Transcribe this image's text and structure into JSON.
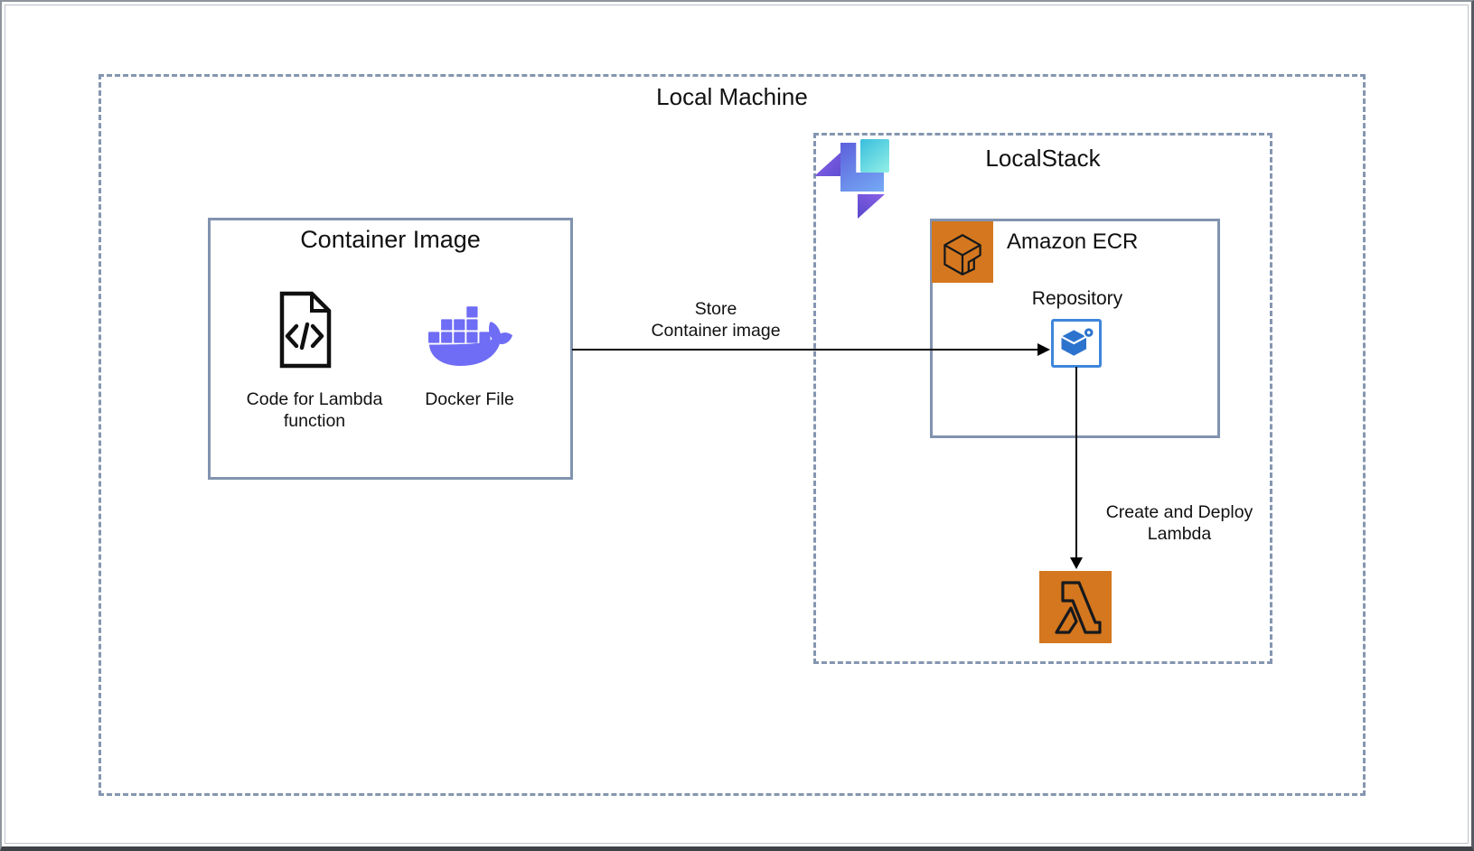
{
  "local_machine": {
    "title": "Local Machine"
  },
  "localstack": {
    "title": "LocalStack"
  },
  "container_image": {
    "title": "Container Image",
    "code_label": "Code for Lambda function",
    "docker_label": "Docker File"
  },
  "ecr": {
    "title": "Amazon ECR",
    "repository_label": "Repository"
  },
  "arrows": {
    "store": {
      "lines": [
        "Store",
        "Container image"
      ]
    },
    "deploy": {
      "lines": [
        "Create and Deploy",
        "Lambda"
      ]
    }
  },
  "icons": {
    "localstack_logo": "localstack-logo",
    "code_file": "code-file-icon",
    "docker": "docker-whale-icon",
    "ecr_service": "amazon-ecr-icon",
    "ecr_repository": "ecr-repository-icon",
    "lambda": "aws-lambda-icon"
  },
  "colors": {
    "border_slate": "#8496B0",
    "aws_orange": "#D4771E",
    "docker_purple": "#6F6CF5",
    "repository_blue": "#2C73CE",
    "repository_border_blue": "#3E86DB",
    "text": "#111111"
  }
}
